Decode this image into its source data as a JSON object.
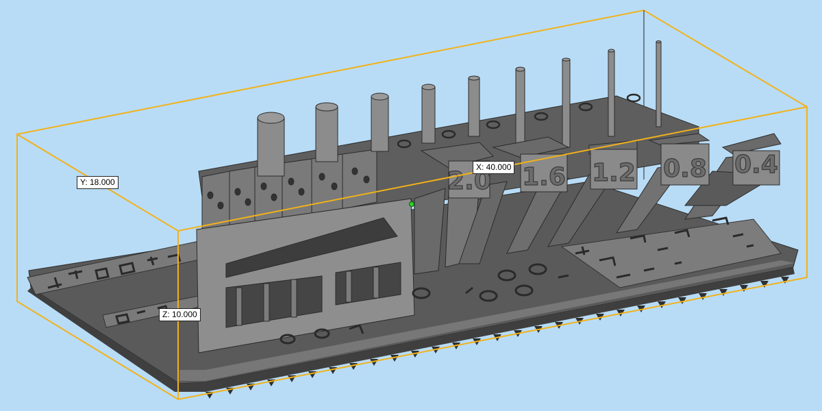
{
  "viewport": {
    "background": "#b8dcf6",
    "bbox_color": "#f2b21a",
    "model_color": "#6e6e6e"
  },
  "dimensions": {
    "x_label": "X: 40.000",
    "y_label": "Y: 18.000",
    "z_label": "Z: 10.000"
  },
  "model": {
    "size_labels": [
      "2.0",
      "1.6",
      "1.2",
      "0.8",
      "0.4"
    ]
  }
}
